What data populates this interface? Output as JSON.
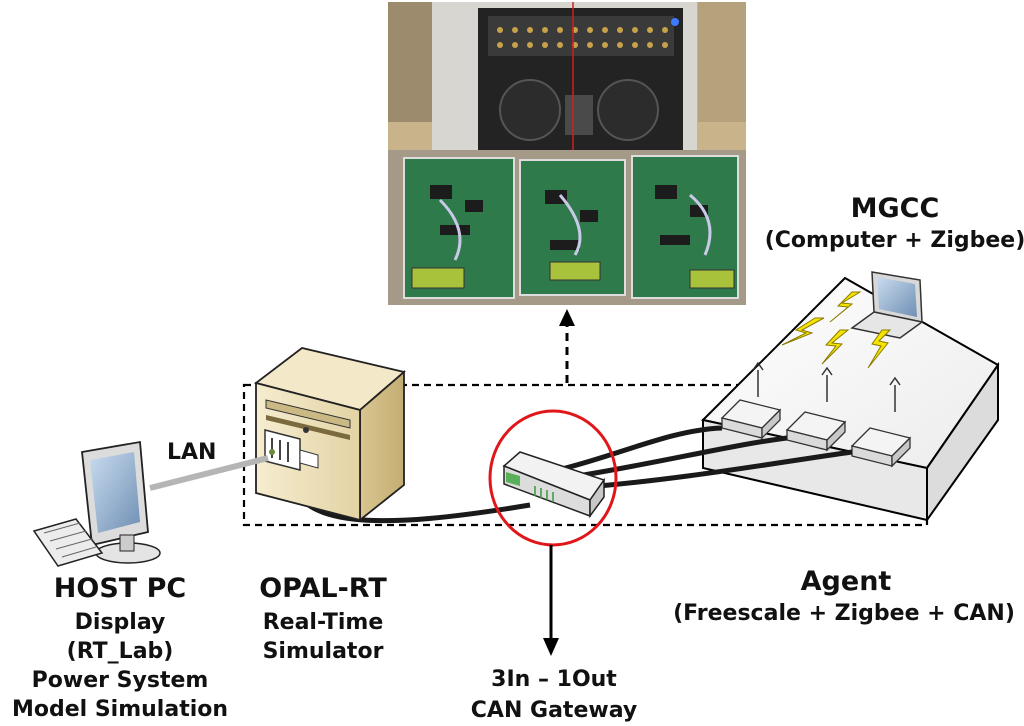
{
  "labels": {
    "lan": "LAN",
    "mgcc_title": "MGCC",
    "mgcc_sub": "(Computer + Zigbee)",
    "host_title": "HOST PC",
    "host_lines": [
      "Display",
      "(RT_Lab)",
      "Power System",
      "Model Simulation"
    ],
    "opal_title": "OPAL-RT",
    "opal_lines": [
      "Real-Time",
      "Simulator"
    ],
    "agent_title": "Agent",
    "agent_sub": "(Freescale + Zigbee + CAN)",
    "gateway_lines": [
      "3In – 1Out",
      "CAN Gateway"
    ]
  },
  "colors": {
    "highlight_circle": "#e0161a",
    "lightning": "#f5e400",
    "server_beige": "#efe3bd",
    "lan_cable": "#b5b5b5",
    "board_green": "#2f7a4a"
  },
  "icons": [
    "photo-lab-hardware",
    "monitor-icon",
    "keyboard-icon",
    "server-tower-icon",
    "can-gateway-device-icon",
    "laptop-icon",
    "lightning-icon",
    "antenna-icon",
    "agent-module-icon"
  ]
}
